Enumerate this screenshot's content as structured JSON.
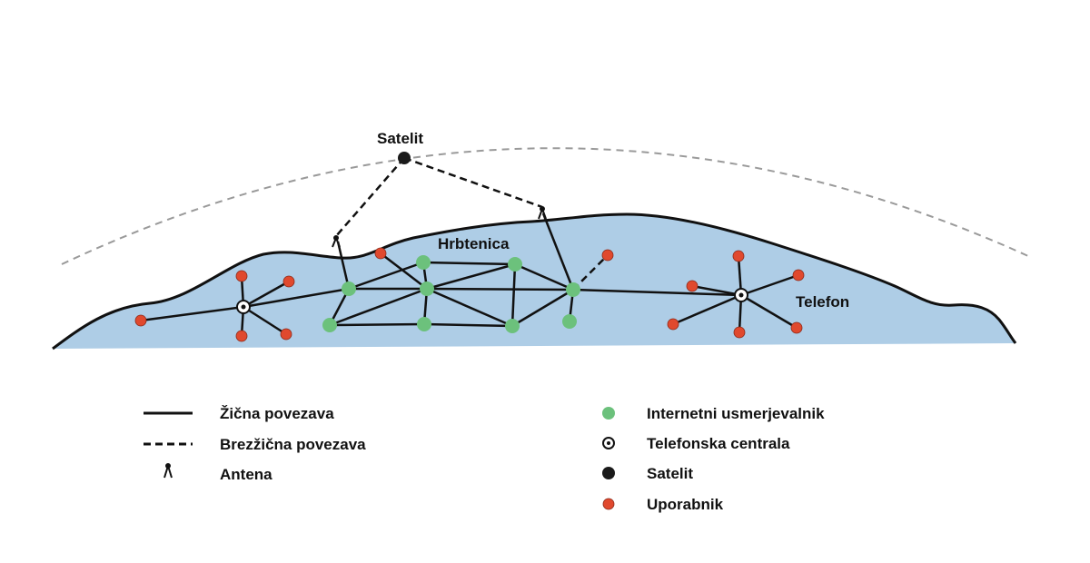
{
  "diagram": {
    "labels": {
      "satellite": "Satelit",
      "backbone": "Hrbtenica",
      "telephone": "Telefon"
    },
    "colors": {
      "land": "#aecde6",
      "router": "#6cc17c",
      "user": "#e0492e",
      "satellite": "#1a1a1a",
      "orbit": "#9a9a9a",
      "line": "#111111"
    }
  },
  "legend": {
    "items": [
      {
        "symbol": "solid-line",
        "label": "Žična povezava"
      },
      {
        "symbol": "dashed-line",
        "label": "Brezžična povezava"
      },
      {
        "symbol": "antenna",
        "label": "Antena"
      },
      {
        "symbol": "router-dot",
        "label": "Internetni usmerjevalnik"
      },
      {
        "symbol": "exchange-dot",
        "label": "Telefonska centrala"
      },
      {
        "symbol": "satellite-dot",
        "label": "Satelit"
      },
      {
        "symbol": "user-dot",
        "label": "Uporabnik"
      }
    ]
  }
}
